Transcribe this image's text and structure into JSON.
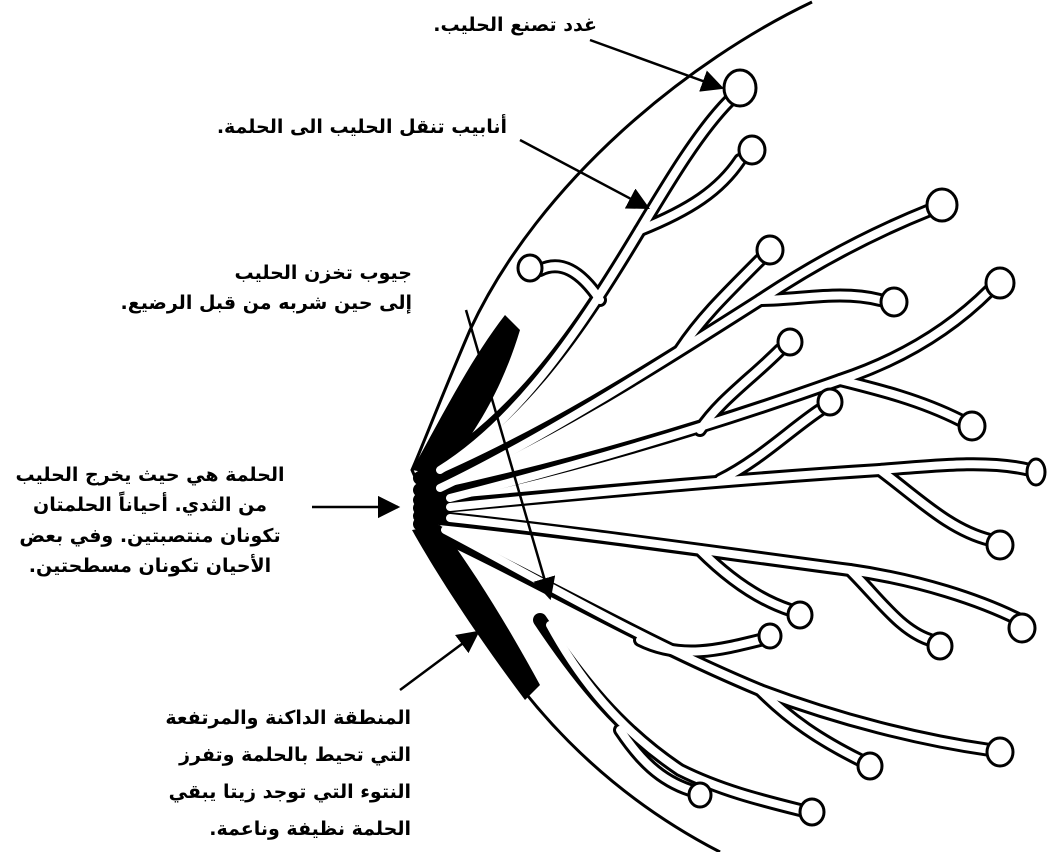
{
  "labels": {
    "glands": {
      "lines": [
        "غدد تصنع الحليب."
      ]
    },
    "ducts": {
      "lines": [
        "أنابيب تنقل الحليب الى الحلمة."
      ]
    },
    "sinuses": {
      "lines": [
        "جيوب تخزن الحليب",
        "إلى حين شربه من قبل الرضيع."
      ]
    },
    "nipple": {
      "lines": [
        "الحلمة هي حيث يخرج الحليب",
        "من الثدي. أحياناً الحلمتان",
        "تكونان منتصبتين. وفي بعض",
        "الأحيان تكونان مسطحتين."
      ]
    },
    "areola": {
      "lines": [
        "المنطقة الداكنة والمرتفعة",
        "التي تحيط  بالحلمة وتفرز",
        "النتوء التي توجد زيتا يبقي",
        "الحلمة نظيفة وناعمة."
      ]
    }
  },
  "colors": {
    "ink": "#000000",
    "paper": "#ffffff"
  }
}
